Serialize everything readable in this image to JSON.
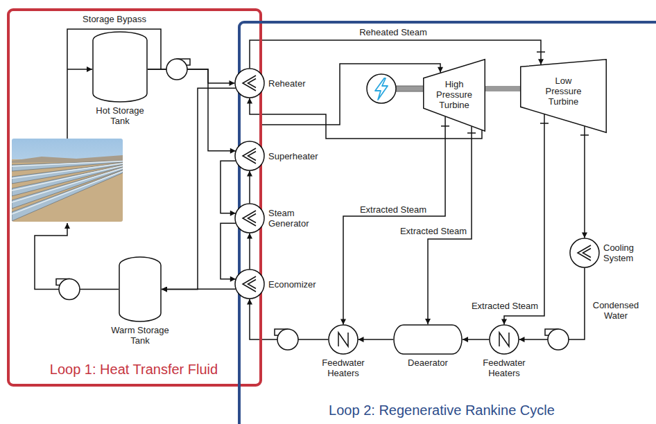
{
  "diagram": {
    "nodes": [
      {
        "text": [
          "Loop 1: Heat Transfer Fluid"
        ]
      },
      {
        "text": [
          "Hot Storage Tank"
        ],
        "in": 0
      },
      {
        "text": [
          "Warm Storage Tank"
        ],
        "in": 0
      },
      {
        "text": [
          "Loop 2: Regenerative Rankine Cycle"
        ]
      },
      {
        "text": [
          "Reheater"
        ]
      },
      {
        "text": [
          "Superheater"
        ]
      },
      {
        "text": [
          "Steam Generator"
        ]
      },
      {
        "text": [
          "Economizer"
        ]
      },
      {
        "text": [
          "High Pressure Turbine"
        ],
        "in": 3
      },
      {
        "text": [
          "Low Pressure Turbine"
        ],
        "in": 3
      },
      {
        "text": [
          "Cooling System"
        ],
        "in": 3
      },
      {
        "text": [
          "Feedwater Heaters"
        ],
        "in": 3
      },
      {
        "text": [
          "Deaerator"
        ],
        "in": 3
      },
      {
        "text": [
          "Feedwater Heaters"
        ],
        "in": 3
      }
    ],
    "edges": [
      {
        "from": 1,
        "to": 4,
        "arrow": "to"
      },
      {
        "from": 1,
        "to": 5,
        "arrow": "to"
      },
      {
        "from": 5,
        "to": 6,
        "arrow": "to"
      },
      {
        "from": 6,
        "to": 7,
        "arrow": "to"
      },
      {
        "from": 7,
        "to": 2,
        "arrow": "to"
      },
      {
        "from": 4,
        "to": 2,
        "arrow": "to"
      },
      {
        "from": 11,
        "to": 7,
        "arrow": "to"
      },
      {
        "from": 7,
        "to": 6,
        "arrow": "to"
      },
      {
        "from": 6,
        "to": 5,
        "arrow": "to"
      },
      {
        "from": 5,
        "to": 8,
        "arrow": "to"
      },
      {
        "from": 8,
        "to": 4,
        "arrow": "to"
      },
      {
        "from": 4,
        "to": 9,
        "label": "Reheated Steam",
        "arrow": "to"
      },
      {
        "from": 8,
        "to": 9,
        "arrow": "none"
      },
      {
        "from": 8,
        "to": 11,
        "label": "Extracted Steam",
        "arrow": "to"
      },
      {
        "from": 8,
        "to": 12,
        "label": "Extracted Steam",
        "arrow": "to"
      },
      {
        "from": 9,
        "to": 13,
        "label": "Extracted Steam",
        "arrow": "to"
      },
      {
        "from": 9,
        "to": 10,
        "arrow": "to"
      },
      {
        "from": 10,
        "to": 13,
        "label": "Condensed Water",
        "arrow": "to"
      },
      {
        "from": 13,
        "to": 12,
        "arrow": "to"
      },
      {
        "from": 12,
        "to": 11,
        "arrow": "to"
      }
    ],
    "labels": [
      "Storage Bypass"
    ]
  }
}
